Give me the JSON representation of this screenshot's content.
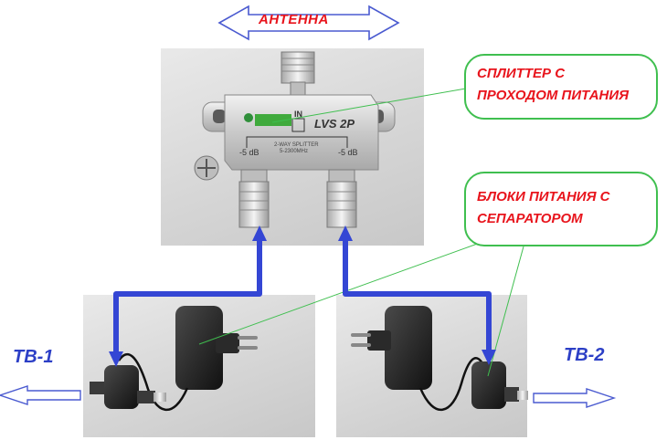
{
  "antenna": {
    "label": "АНТЕННА"
  },
  "callouts": {
    "splitter": {
      "line1": "СПЛИТТЕР С",
      "line2": "ПРОХОДОМ ПИТАНИЯ"
    },
    "psu": {
      "line1": "БЛОКИ ПИТАНИЯ С",
      "line2": "СЕПАРАТОРОМ"
    }
  },
  "tv_labels": {
    "tv1": "ТВ-1",
    "tv2": "ТВ-2"
  },
  "splitter_markings": {
    "model": "LVS 2P",
    "input": "IN",
    "left_output": "-5 dB",
    "right_output": "-5 dB",
    "type": "2-WAY SPLITTER",
    "frequency": "5-2300MHz"
  },
  "colors": {
    "signal_path": "#3446d4",
    "callout_text": "#e8141c",
    "callout_border": "#3fbf4f",
    "tv_label": "#2c3fc6"
  }
}
